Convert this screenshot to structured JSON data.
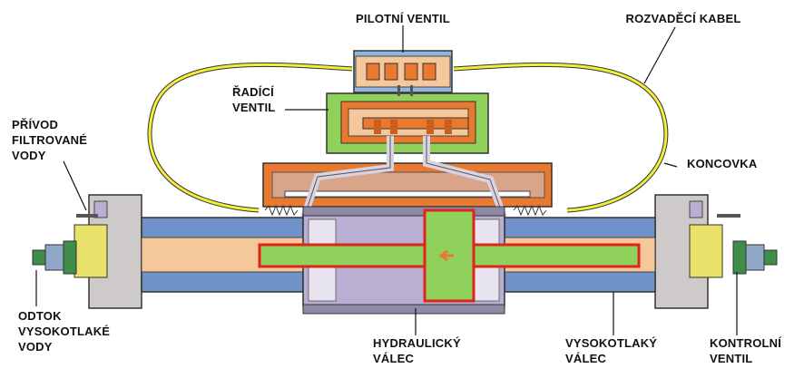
{
  "labels": {
    "pilot_valve": "PILOTNÍ VENTIL",
    "distribution_cable": "ROZVADĚCÍ KABEL",
    "shift_valve_line1": "ŘADÍCÍ",
    "shift_valve_line2": "VENTIL",
    "filtered_water_line1": "PŘÍVOD",
    "filtered_water_line2": "FILTROVANÉ",
    "filtered_water_line3": "VODY",
    "end_cap": "KONCOVKA",
    "hp_water_outlet_line1": "ODTOK",
    "hp_water_outlet_line2": "VYSOKOTLAKÉ",
    "hp_water_outlet_line3": "VODY",
    "hydraulic_cylinder_line1": "HYDRAULICKÝ",
    "hydraulic_cylinder_line2": "VÁLEC",
    "hp_cylinder_line1": "VYSOKOTLAKÝ",
    "hp_cylinder_line2": "VÁLEC",
    "check_valve_line1": "KONTROLNÍ",
    "check_valve_line2": "VENTIL"
  },
  "colors": {
    "orange_body": "#E8792F",
    "orange_dark": "#C95F1E",
    "green_block": "#8FD15A",
    "blue_cylinder": "#6F93C8",
    "peach_fluid": "#F4C89A",
    "lavender": "#B9AFD3",
    "gray_cap": "#CFCACA",
    "yellow_cable": "#F2EE3A",
    "red_outline": "#E0241B",
    "pilot_blue": "#8FB6E0",
    "fitting_green": "#3E8E4A"
  }
}
